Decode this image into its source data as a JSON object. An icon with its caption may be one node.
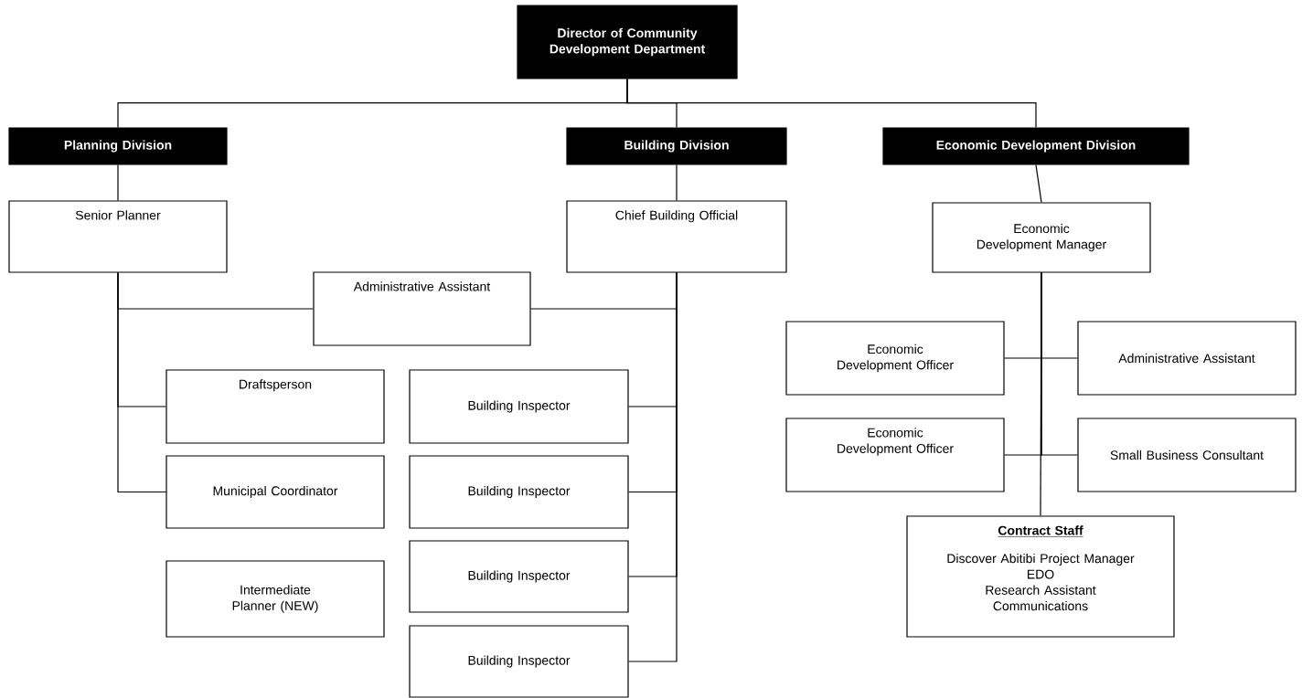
{
  "diagram": {
    "nodes": [
      {
        "text": [
          "Director of Community Development Department"
        ]
      },
      {
        "text": [
          "Planning Division"
        ]
      },
      {
        "text": [
          "Building Division"
        ]
      },
      {
        "text": [
          "Economic Development Division"
        ]
      },
      {
        "text": [
          "Senior Planner"
        ]
      },
      {
        "text": [
          "Chief Building Official"
        ]
      },
      {
        "text": [
          "Economic Development Manager"
        ]
      },
      {
        "text": [
          "Administrative Assistant"
        ]
      },
      {
        "text": [
          "Draftsperson"
        ]
      },
      {
        "text": [
          "Municipal Coordinator"
        ]
      },
      {
        "text": [
          "Intermediate Planner (NEW)"
        ]
      },
      {
        "text": [
          "Building Inspector"
        ]
      },
      {
        "text": [
          "Building Inspector"
        ]
      },
      {
        "text": [
          "Building Inspector"
        ]
      },
      {
        "text": [
          "Building Inspector"
        ]
      },
      {
        "text": [
          "Economic Development Officer"
        ]
      },
      {
        "text": [
          "Administrative Assistant"
        ]
      },
      {
        "text": [
          "Economic Development Officer"
        ]
      },
      {
        "text": [
          "Small Business Consultant"
        ]
      },
      {
        "text": [
          "Contract Staff",
          "Discover Abitibi Project Manager",
          "EDO",
          "Research Assistant",
          "Communications"
        ]
      }
    ],
    "edges": [
      {
        "from": 0,
        "to": 1,
        "arrow": "none"
      },
      {
        "from": 0,
        "to": 2,
        "arrow": "none"
      },
      {
        "from": 0,
        "to": 3,
        "arrow": "none"
      },
      {
        "from": 1,
        "to": 4,
        "arrow": "none"
      },
      {
        "from": 2,
        "to": 5,
        "arrow": "none"
      },
      {
        "from": 3,
        "to": 6,
        "arrow": "none"
      },
      {
        "from": 4,
        "to": 7,
        "arrow": "none"
      },
      {
        "from": 5,
        "to": 7,
        "arrow": "none"
      },
      {
        "from": 4,
        "to": 8,
        "arrow": "none"
      },
      {
        "from": 4,
        "to": 9,
        "arrow": "none"
      },
      {
        "from": 5,
        "to": 11,
        "arrow": "none"
      },
      {
        "from": 5,
        "to": 12,
        "arrow": "none"
      },
      {
        "from": 5,
        "to": 13,
        "arrow": "none"
      },
      {
        "from": 5,
        "to": 14,
        "arrow": "none"
      },
      {
        "from": 6,
        "to": 15,
        "arrow": "none"
      },
      {
        "from": 6,
        "to": 16,
        "arrow": "none"
      },
      {
        "from": 6,
        "to": 17,
        "arrow": "none"
      },
      {
        "from": 6,
        "to": 18,
        "arrow": "none"
      },
      {
        "from": 6,
        "to": 19,
        "arrow": "none"
      }
    ]
  }
}
